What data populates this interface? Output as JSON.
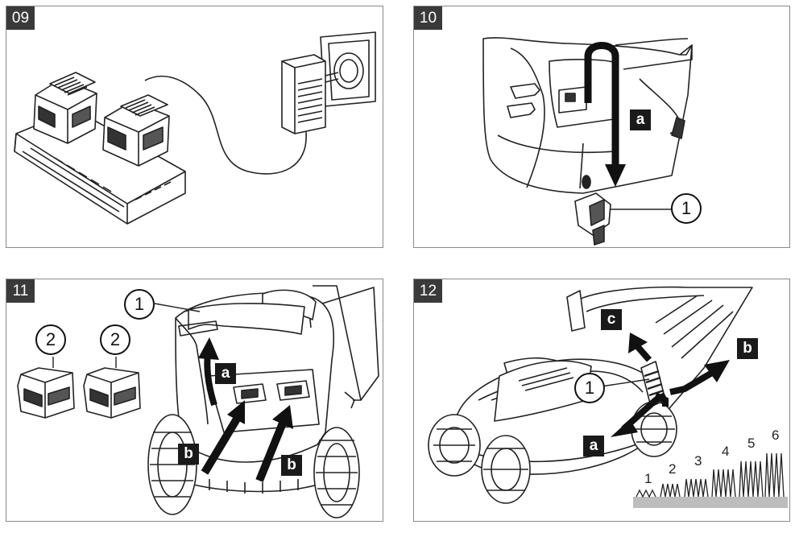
{
  "panels": [
    {
      "number": "09"
    },
    {
      "number": "10",
      "callouts": {
        "arrow_label": "a",
        "part": "1"
      }
    },
    {
      "number": "11",
      "callouts": {
        "lid": "1",
        "battery_left": "2",
        "battery_right": "2",
        "arrow_a": "a",
        "arrow_b_left": "b",
        "arrow_b_right": "b"
      }
    },
    {
      "number": "12",
      "callouts": {
        "arrow_a": "a",
        "arrow_b": "b",
        "arrow_c": "c",
        "lever": "1"
      },
      "height_scale": [
        "1",
        "2",
        "3",
        "4",
        "5",
        "6"
      ]
    }
  ]
}
